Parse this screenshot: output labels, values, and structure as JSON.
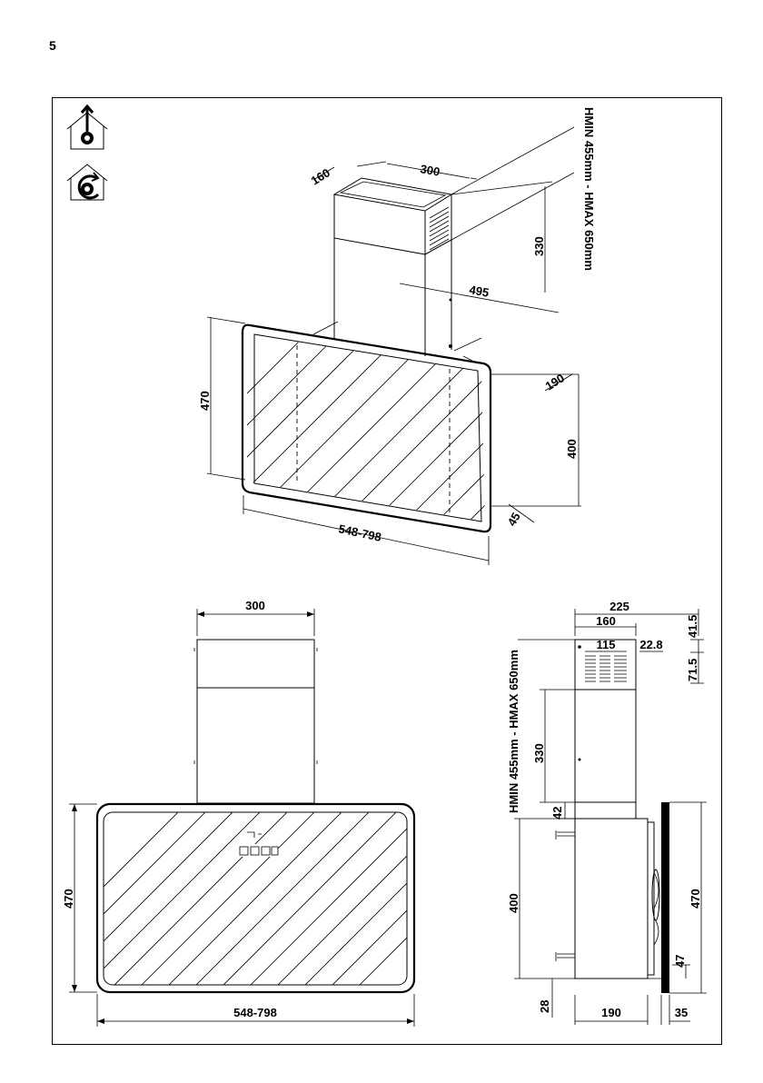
{
  "page": {
    "number": "5"
  },
  "icons": [
    {
      "name": "ducted-mode-icon"
    },
    {
      "name": "recirculation-mode-icon"
    }
  ],
  "isometric": {
    "h_range": "HMIN 455mm - HMAX 650mm",
    "dims": {
      "chimney_width": "300",
      "chimney_depth": "160",
      "chimney_height": "330",
      "bracket_width": "495",
      "panel_height": "470",
      "hood_depth": "190",
      "hood_height": "400",
      "panel_thickness": "45",
      "total_width": "548-798"
    }
  },
  "front_view": {
    "dims": {
      "chimney_width": "300",
      "panel_height": "470",
      "total_width": "548-798"
    }
  },
  "side_view": {
    "h_range": "HMIN 455mm - HMAX 650mm",
    "dims": {
      "top_width": "225",
      "chimney_depth": "160",
      "vent_width": "115",
      "vent_offset": "22.8",
      "top_gap": "41.5",
      "vent_height": "71.5",
      "chimney_height": "330",
      "lower_gap": "42",
      "hood_height": "400",
      "panel_height": "470",
      "bottom_offset": "28",
      "bottom_depth": "190",
      "panel_thickness": "35",
      "panel_bottom": "47"
    }
  }
}
